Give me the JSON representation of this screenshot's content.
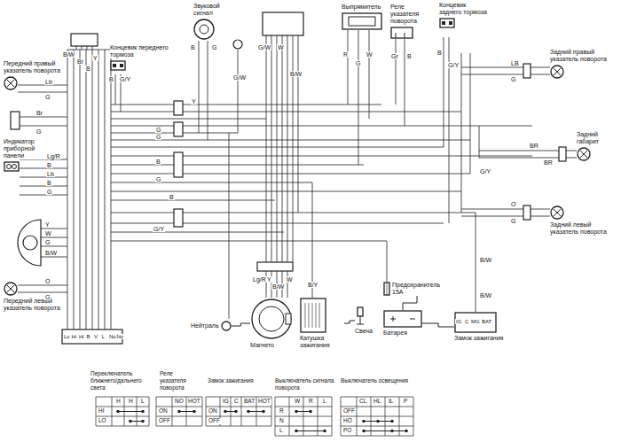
{
  "diagram": {
    "nodes": [
      {
        "text": [
          "Концевик переднего тормоза"
        ]
      },
      {
        "text": [
          "Звуковой сигнал"
        ]
      },
      {
        "text": [
          "Выпрямитель"
        ]
      },
      {
        "text": [
          "Реле указателя поворота"
        ]
      },
      {
        "text": [
          "Концевик заднего тормоза"
        ]
      },
      {
        "text": [
          "Задний правый указатель поворота"
        ]
      },
      {
        "text": [
          "Задний габарит"
        ]
      },
      {
        "text": [
          "Задний левый указатель поворота"
        ]
      },
      {
        "text": [
          "Передний правый указатель поворота"
        ]
      },
      {
        "text": [
          "Индикатор приборной панели"
        ]
      },
      {
        "text": [
          "Передний левый указатель поворота"
        ]
      },
      {
        "text": [
          "Нейтраль"
        ]
      },
      {
        "text": [
          "Магнето"
        ]
      },
      {
        "text": [
          "Катушка зажигания"
        ]
      },
      {
        "text": [
          "Свеча"
        ]
      },
      {
        "text": [
          "Предохранитель 15А"
        ]
      },
      {
        "text": [
          "Батарея"
        ]
      },
      {
        "text": [
          "Замок зажигания"
        ]
      },
      {
        "text": [
          "Переключатель ближнего/дальнего света"
        ]
      },
      {
        "text": [
          "Реле указателя поворота"
        ]
      },
      {
        "text": [
          "Замок зажигания"
        ]
      },
      {
        "text": [
          "Выключатель сигнала поворота"
        ]
      },
      {
        "text": [
          "Выключатель освещения"
        ]
      }
    ],
    "edges": [
      {
        "from": 11,
        "to": 12,
        "arrow": "none"
      },
      {
        "from": 13,
        "to": 14,
        "arrow": "none"
      },
      {
        "from": 15,
        "to": 16,
        "arrow": "none"
      },
      {
        "from": 16,
        "to": 17,
        "arrow": "none"
      }
    ],
    "labels": [
      "B/W",
      "Br",
      "B",
      "Y",
      "B",
      "G/Y",
      "B",
      "G",
      "G/W",
      "G/W",
      "W",
      "B/W",
      "R",
      "W",
      "G",
      "Gr",
      "B",
      "B",
      "G/Y",
      "LB",
      "G",
      "BR",
      "BR",
      "G/Y",
      "O",
      "G",
      "B/W",
      "B/W",
      "Lb",
      "G",
      "Br",
      "G",
      "Lg/R",
      "B",
      "Lb",
      "B",
      "G",
      "Y",
      "W",
      "G",
      "B/W",
      "O",
      "G",
      "Y",
      "G",
      "G",
      "B",
      "G",
      "B",
      "G/Y",
      "Lg/R",
      "Y",
      "B/W",
      "W",
      "B/Y",
      "Lo",
      "Hi",
      "Hi",
      "B",
      "V",
      "L",
      "No",
      "No",
      "IG",
      "C",
      "MG",
      "BAT",
      "H",
      "H",
      "L",
      "HI",
      "LO",
      "NO",
      "HOT",
      "ON",
      "OFF",
      "IG",
      "C",
      "BAT",
      "HOT",
      "ON",
      "OFF",
      "W",
      "R",
      "L",
      "R",
      "N",
      "L",
      "CL",
      "HL",
      "IL",
      "P",
      "OFF",
      "HO",
      "PO"
    ]
  }
}
